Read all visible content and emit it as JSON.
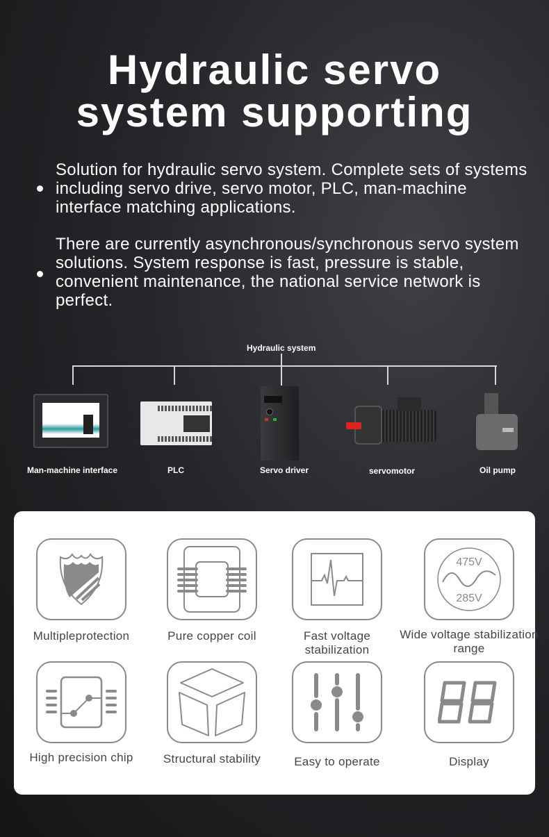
{
  "title": {
    "line1": "Hydraulic servo",
    "line2": "system supporting"
  },
  "bullets": [
    "Solution for hydraulic servo system. Complete sets of systems including servo drive, servo motor, PLC, man-machine interface matching applications.",
    "There are currently asynchronous/synchronous servo system solutions. System response is fast, pressure is stable, convenient maintenance, the national service network is perfect."
  ],
  "diagram": {
    "root": "Hydraulic system",
    "products": [
      "Man-machine interface",
      "PLC",
      "Servo driver",
      "servomotor",
      "Oil pump"
    ]
  },
  "features": [
    {
      "label": "Multipleprotection",
      "icon": "shield-icon"
    },
    {
      "label": "Pure copper coil",
      "icon": "coil-icon"
    },
    {
      "label": "Fast voltage stabilization",
      "icon": "waveform-icon"
    },
    {
      "label": "Wide voltage stabilization range",
      "icon": "voltage-range-icon",
      "high": "475V",
      "low": "285V"
    },
    {
      "label": "High precision chip",
      "icon": "chip-icon"
    },
    {
      "label": "Structural stability",
      "icon": "cube-icon"
    },
    {
      "label": "Easy to operate",
      "icon": "sliders-icon"
    },
    {
      "label": "Display",
      "icon": "seven-segment-display-icon"
    }
  ],
  "colors": {
    "icon_gray": "#8a8a8a",
    "card": "#ffffff",
    "background": "#1e1f21"
  }
}
